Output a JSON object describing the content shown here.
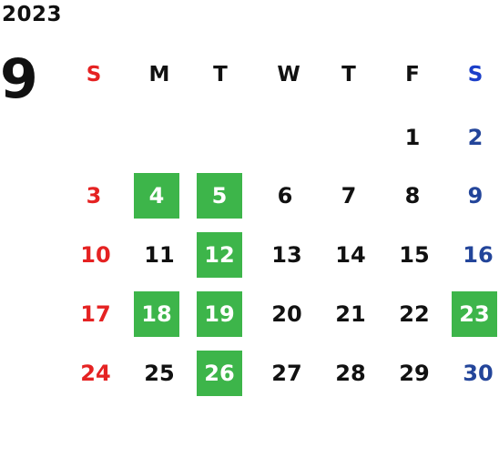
{
  "year": "2023",
  "month": "9",
  "weekdays": [
    "S",
    "M",
    "T",
    "W",
    "T",
    "F",
    "S"
  ],
  "days": [
    "1",
    "2",
    "3",
    "4",
    "5",
    "6",
    "7",
    "8",
    "9",
    "10",
    "11",
    "12",
    "13",
    "14",
    "15",
    "16",
    "17",
    "18",
    "19",
    "20",
    "21",
    "22",
    "23",
    "24",
    "25",
    "26",
    "27",
    "28",
    "29",
    "30"
  ],
  "highlighted_days": [
    "4",
    "5",
    "12",
    "18",
    "19",
    "23",
    "26"
  ],
  "colors": {
    "sunday": "#e52222",
    "saturday_header": "#1b3fc9",
    "saturday": "#23459a",
    "highlight": "#3db54a"
  }
}
